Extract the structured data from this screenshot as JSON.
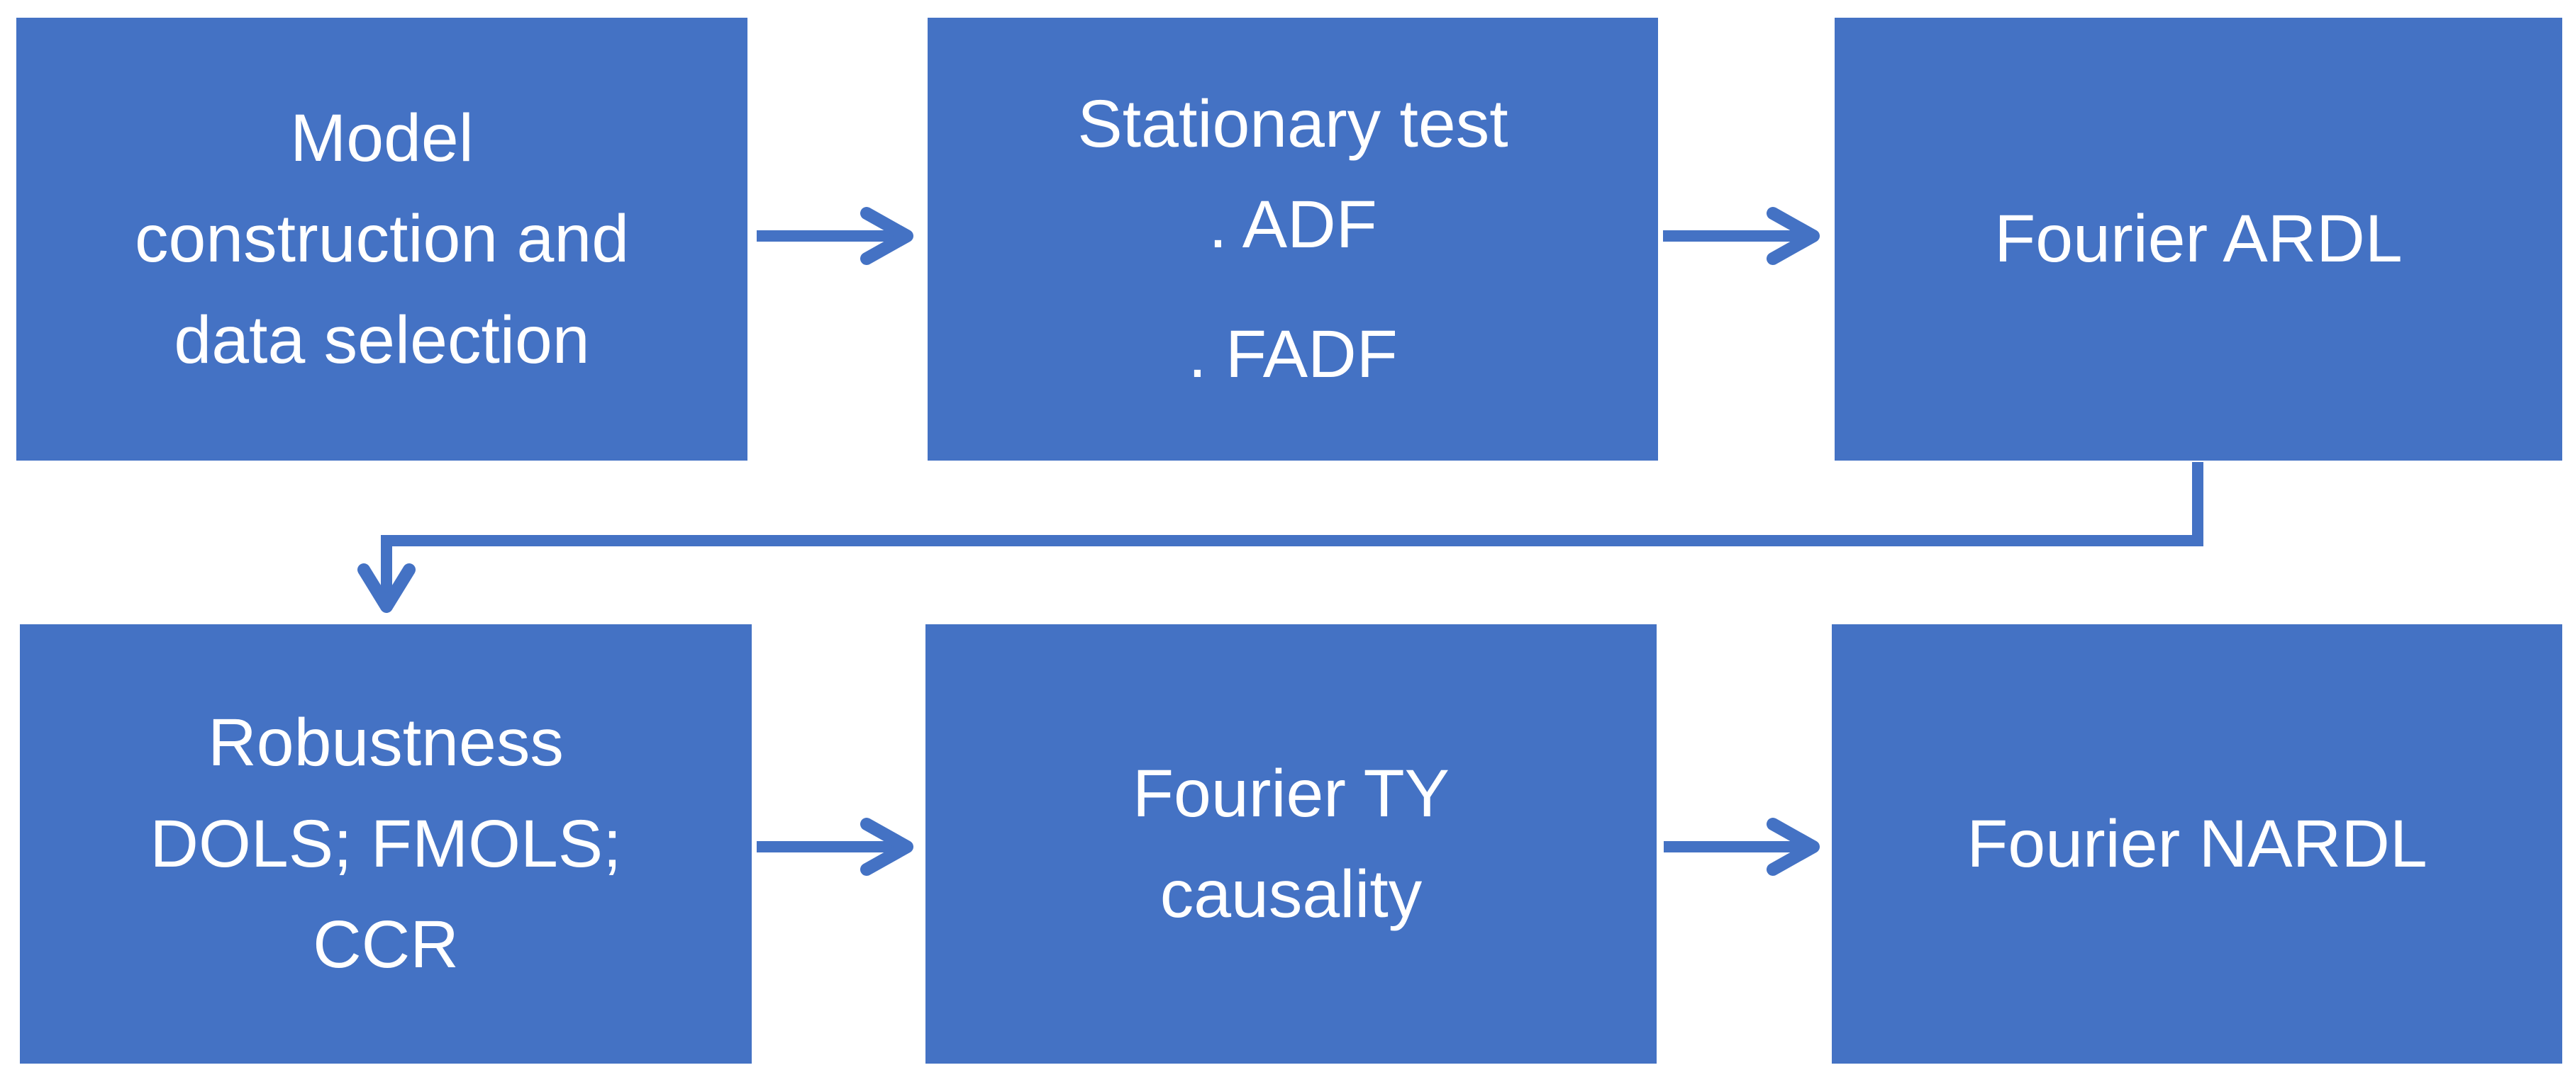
{
  "colors": {
    "box_fill": "#4472C4",
    "box_text": "#FFFFFF",
    "connector": "#4472C4",
    "background": "#FFFFFF"
  },
  "diagram": {
    "type": "flowchart",
    "boxes": [
      {
        "id": "model-construction",
        "lines": [
          "Model",
          "construction and",
          "data selection"
        ]
      },
      {
        "id": "stationary-test",
        "lines": [
          "Stationary test",
          ". ADF",
          ". FADF"
        ]
      },
      {
        "id": "fourier-ardl",
        "lines": [
          "Fourier ARDL"
        ]
      },
      {
        "id": "robustness",
        "lines": [
          "Robustness",
          "DOLS; FMOLS;",
          "CCR"
        ]
      },
      {
        "id": "fourier-ty-causality",
        "lines": [
          "Fourier TY",
          "causality"
        ]
      },
      {
        "id": "fourier-nardl",
        "lines": [
          "Fourier NARDL"
        ]
      }
    ],
    "connections": [
      {
        "from": "model-construction",
        "to": "stationary-test"
      },
      {
        "from": "stationary-test",
        "to": "fourier-ardl"
      },
      {
        "from": "fourier-ardl",
        "to": "robustness"
      },
      {
        "from": "robustness",
        "to": "fourier-ty-causality"
      },
      {
        "from": "fourier-ty-causality",
        "to": "fourier-nardl"
      }
    ]
  }
}
